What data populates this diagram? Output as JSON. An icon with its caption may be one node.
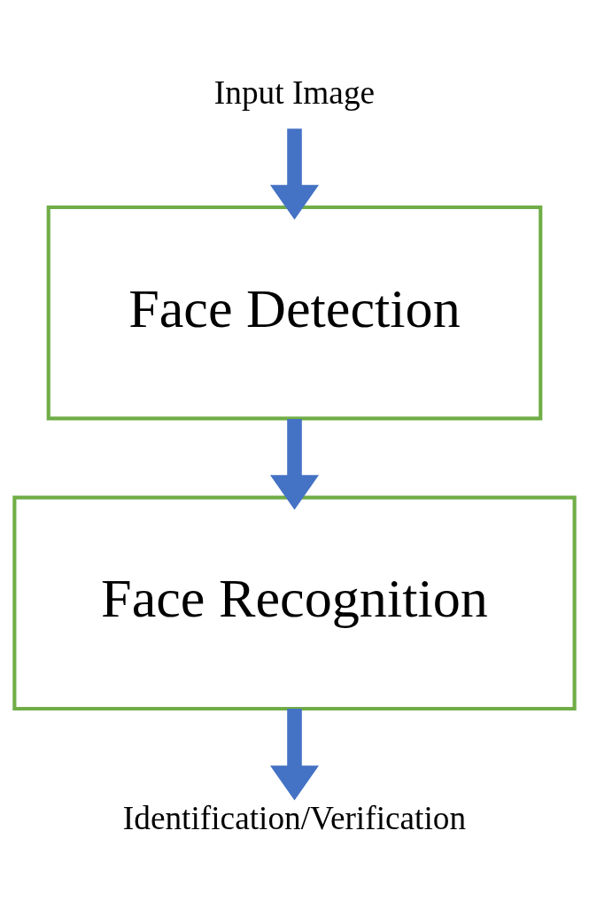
{
  "diagram": {
    "nodes": [
      {
        "text": [
          "Input Image"
        ]
      },
      {
        "text": [
          "Face Detection"
        ]
      },
      {
        "text": [
          "Face Recognition"
        ]
      },
      {
        "text": [
          "Identification/Verification"
        ]
      }
    ],
    "edges": [
      {
        "from": 0,
        "to": 1,
        "arrow": "to"
      },
      {
        "from": 1,
        "to": 2,
        "arrow": "to"
      },
      {
        "from": 2,
        "to": 3,
        "arrow": "to"
      }
    ]
  }
}
